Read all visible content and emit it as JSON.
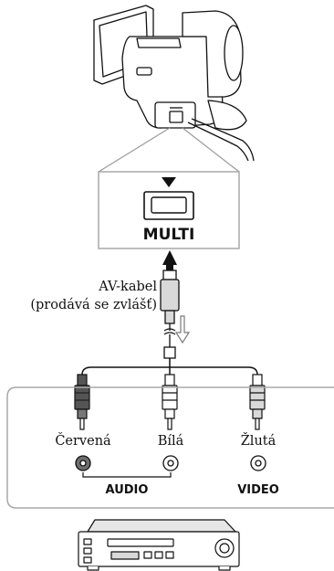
{
  "connector": {
    "label": "MULTI"
  },
  "cable": {
    "name": "AV-kabel",
    "note": "(prodává se zvlášť)"
  },
  "jacks": [
    {
      "label": "Červená",
      "fill": "#6e6e6e"
    },
    {
      "label": "Bílá",
      "fill": "#ffffff"
    },
    {
      "label": "Žlutá",
      "fill": "#ffffff"
    }
  ],
  "groups": {
    "audio": "AUDIO",
    "video": "VIDEO"
  },
  "colors": {
    "line": "#111111",
    "panel_border": "#a8a8a8",
    "plug_grey": "#d9d9d9",
    "red_plug": "#555555",
    "signal_arrow": "#7a7a7a"
  },
  "icons": [
    "camcorder-icon",
    "down-triangle-icon",
    "multi-port-icon",
    "av-cable-plug-icon",
    "signal-direction-arrow-icon",
    "rca-plug-icon",
    "rca-jack-icon",
    "vcr-icon"
  ]
}
